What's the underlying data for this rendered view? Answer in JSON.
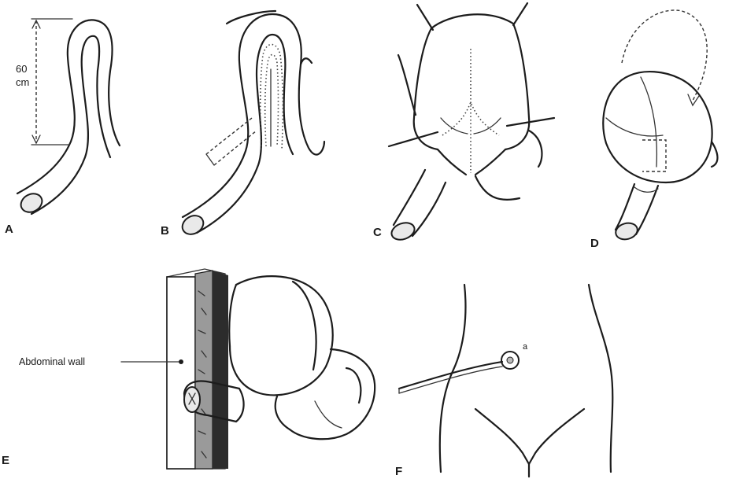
{
  "panels": {
    "a": {
      "letter": "A",
      "measure_value": "60",
      "measure_unit": "cm"
    },
    "b": {
      "letter": "B"
    },
    "c": {
      "letter": "C"
    },
    "d": {
      "letter": "D"
    },
    "e": {
      "letter": "E",
      "label": "Abdominal wall"
    },
    "f": {
      "letter": "F",
      "mark": "a"
    }
  }
}
